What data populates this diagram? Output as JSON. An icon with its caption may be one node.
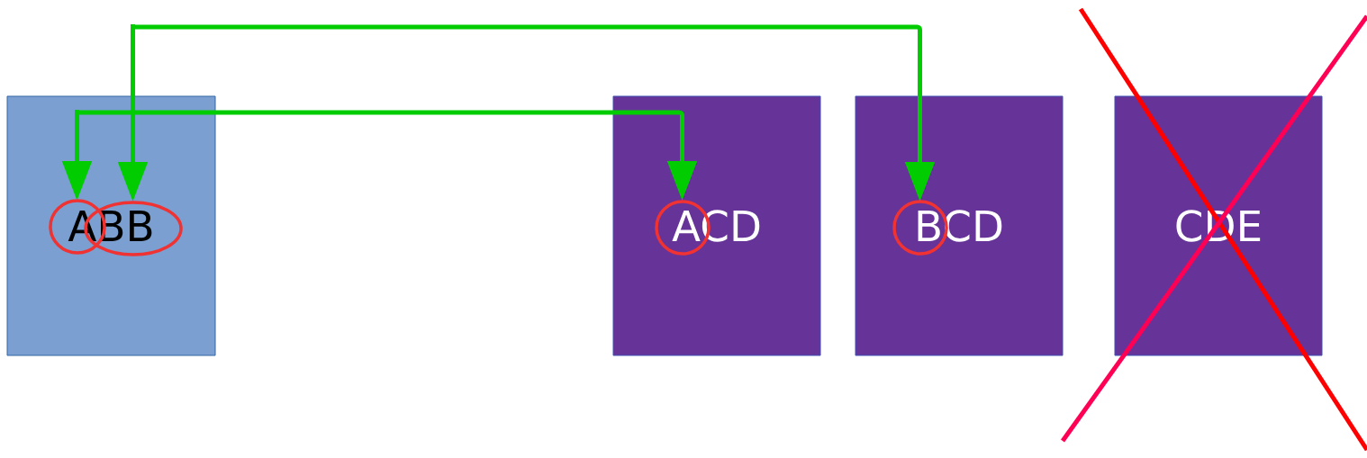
{
  "diagram": {
    "nodes": [
      {
        "text": [
          "ABB"
        ]
      },
      {
        "text": [
          "ACD"
        ]
      },
      {
        "text": [
          "BCD"
        ]
      },
      {
        "text": [
          "CDE"
        ]
      }
    ],
    "edges": [
      {
        "from": 0,
        "to": 1,
        "arrow": "both",
        "color": "#00cc00"
      },
      {
        "from": 0,
        "to": 2,
        "arrow": "both",
        "color": "#00cc00"
      }
    ]
  }
}
